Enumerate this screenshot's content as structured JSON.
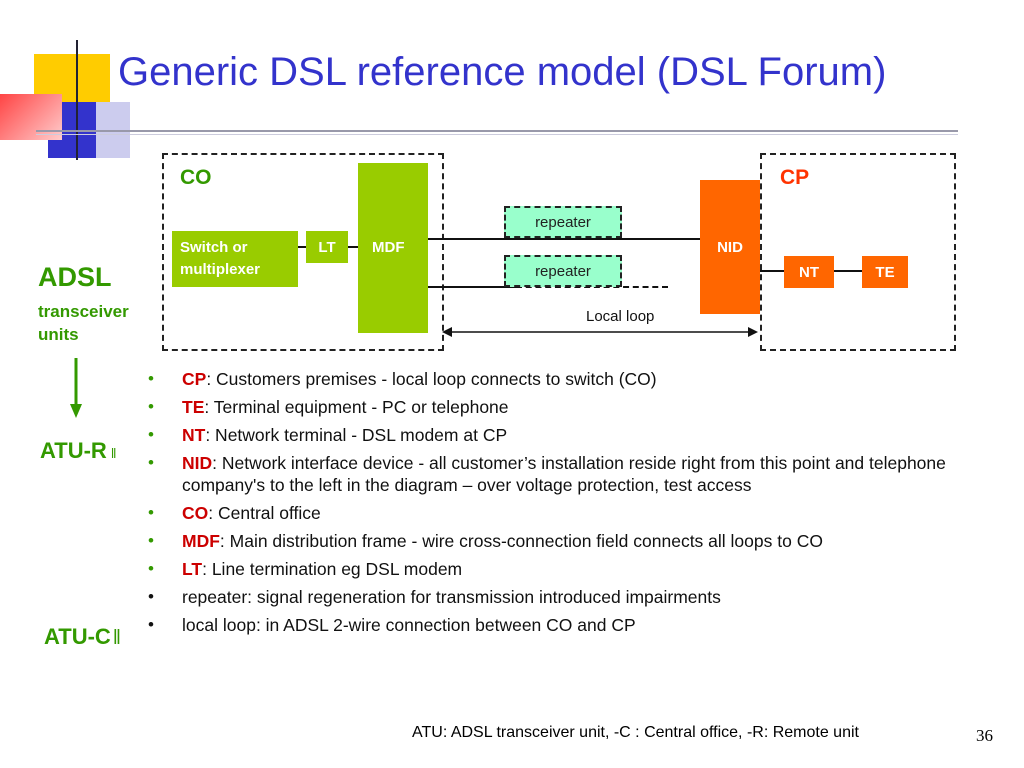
{
  "title": "Generic DSL reference model (DSL Forum)",
  "diagram": {
    "co_label": "CO",
    "cp_label": "CP",
    "switch_label": "Switch or multiplexer",
    "lt_label": "LT",
    "mdf_label": "MDF",
    "repeater_top": "repeater",
    "repeater_bottom": "repeater",
    "nid_label": "NID",
    "nt_label": "NT",
    "te_label": "TE",
    "local_loop_label": "Local loop"
  },
  "sidebar": {
    "adsl": "ADSL",
    "transceiver": "transceiver",
    "units": "units",
    "atu_r": "ATU-R",
    "atu_c": "ATU-C"
  },
  "bullets": [
    {
      "term": "CP",
      "text": ": Customers premises - local loop connects to switch (CO)"
    },
    {
      "term": "TE",
      "text": ": Terminal equipment - PC or telephone"
    },
    {
      "term": "NT",
      "text": ": Network terminal - DSL modem at CP"
    },
    {
      "term": "NID",
      "text": ": Network interface device - all customer’s installation reside right from this point and telephone company's  to the left in the diagram – over voltage protection, test access"
    },
    {
      "term": "CO",
      "text": ": Central office"
    },
    {
      "term": "MDF",
      "text": ": Main distribution frame - wire cross-connection field connects all loops to CO"
    },
    {
      "term": "LT",
      "text": ": Line termination eg DSL modem"
    },
    {
      "term": "",
      "text": "repeater: signal regeneration for transmission introduced impairments"
    },
    {
      "term": "",
      "text": "local loop: in ADSL 2-wire connection between CO and CP"
    }
  ],
  "footer": "ATU: ADSL transceiver unit, -C : Central office, -R: Remote unit",
  "page_number": "36",
  "colors": {
    "title": "#3333cc",
    "green": "#99cc00",
    "orange": "#ff6600",
    "repeater": "#99ffcc",
    "term_red": "#cc0000",
    "side_green": "#339900"
  }
}
